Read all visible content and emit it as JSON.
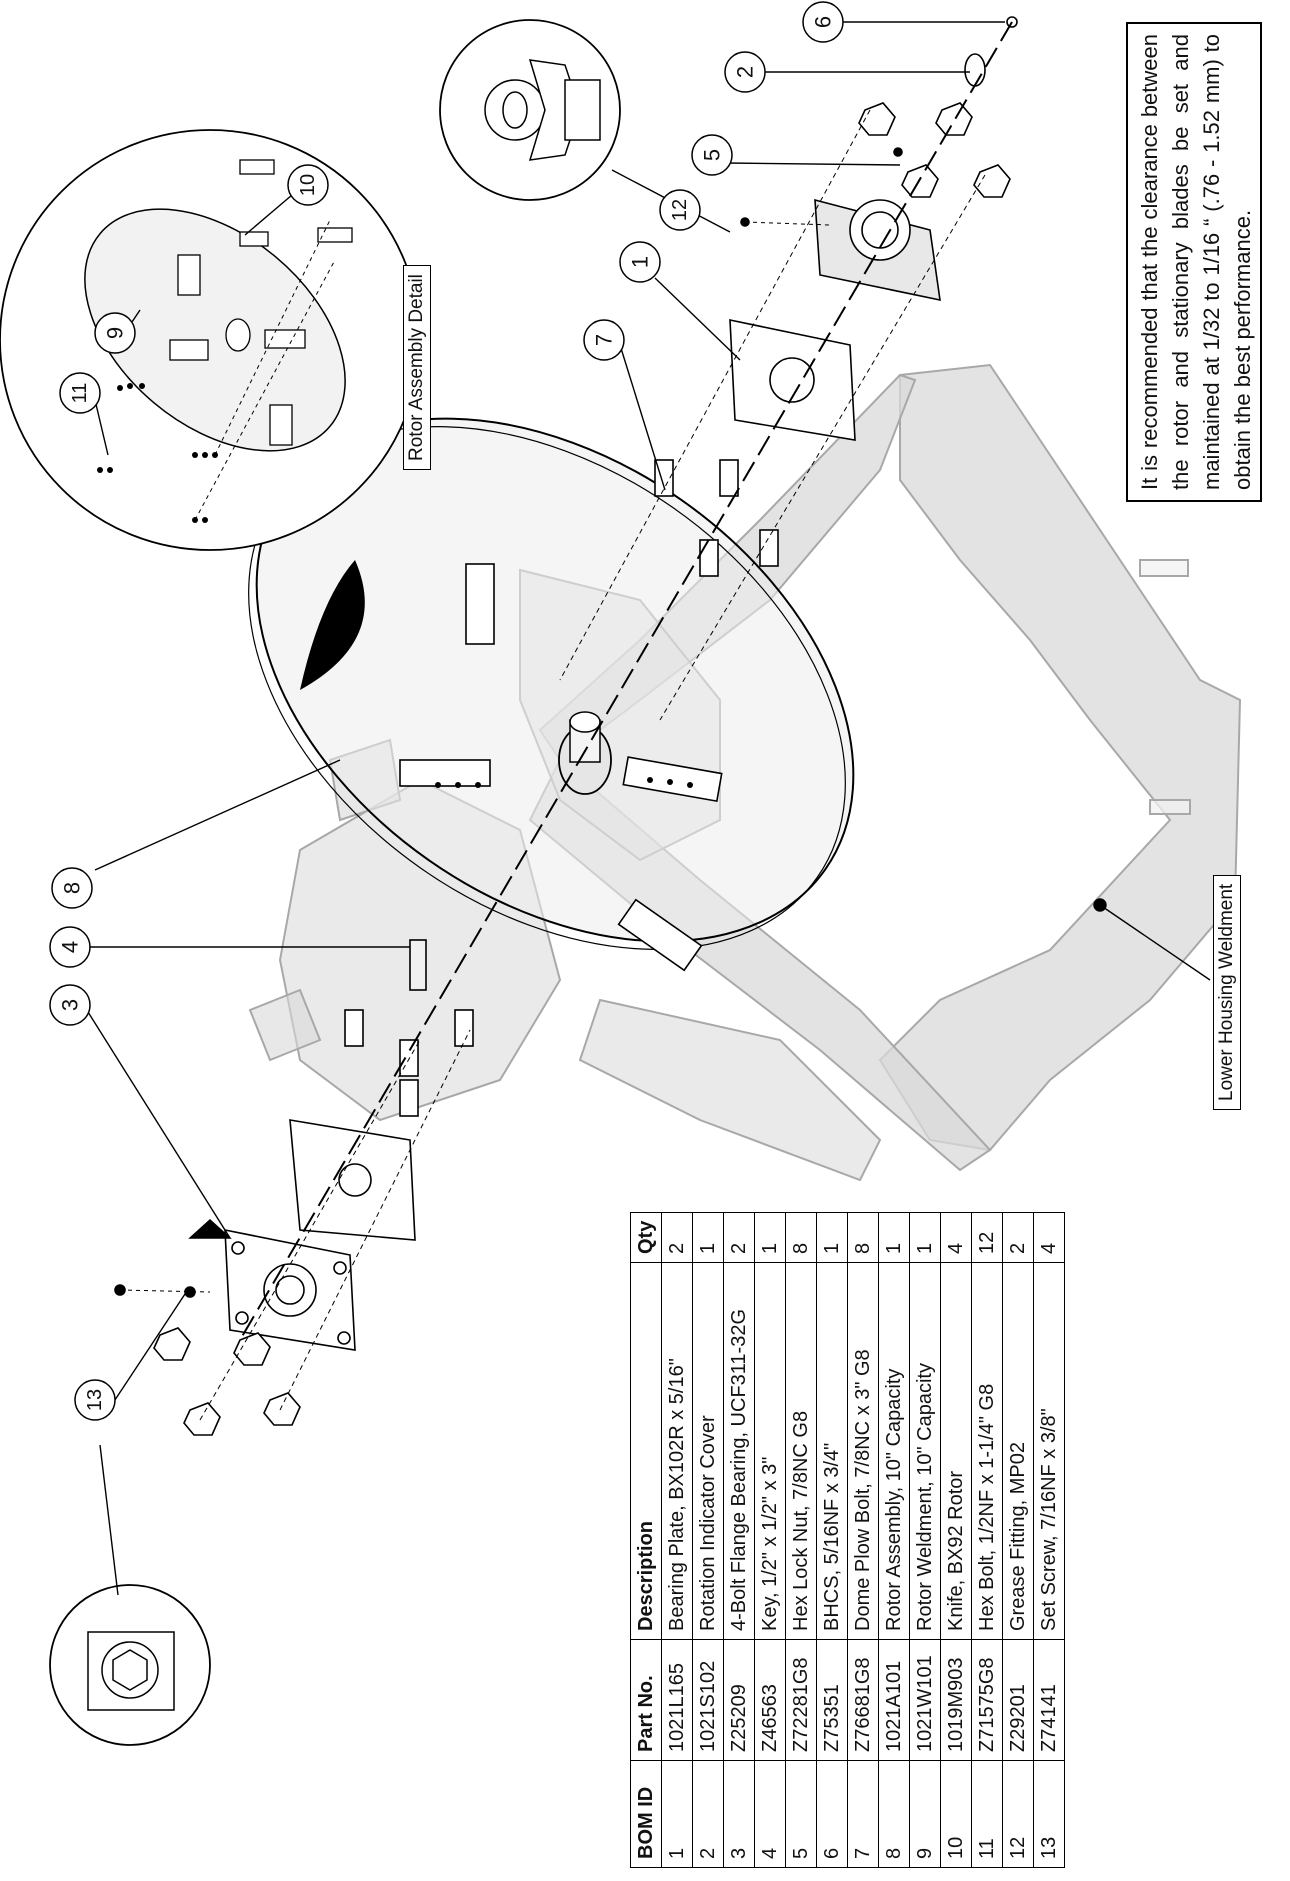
{
  "callouts": {
    "c1": "1",
    "c2": "2",
    "c3": "3",
    "c4": "4",
    "c5": "5",
    "c6": "6",
    "c7": "7",
    "c8": "8",
    "c9": "9",
    "c10": "10",
    "c11": "11",
    "c12": "12",
    "c13": "13"
  },
  "labels": {
    "rotor_detail": "Rotor Assembly Detail",
    "lower_housing": "Lower Housing Weldment"
  },
  "note": "It is recommended that the clearance between the rotor and stationary blades be set and maintained at 1/32 to 1/16 “ (.76 - 1.52 mm) to obtain the best performance.",
  "bom": {
    "headers": {
      "id": "BOM ID",
      "part": "Part No.",
      "desc": "Description",
      "qty": "Qty"
    },
    "rows": [
      {
        "id": "1",
        "part": "1021L165",
        "desc": "Bearing Plate, BX102R x 5/16\"",
        "qty": "2"
      },
      {
        "id": "2",
        "part": "1021S102",
        "desc": "Rotation Indicator Cover",
        "qty": "1"
      },
      {
        "id": "3",
        "part": "Z25209",
        "desc": "4-Bolt Flange Bearing, UCF311-32G",
        "qty": "2"
      },
      {
        "id": "4",
        "part": "Z46563",
        "desc": "Key, 1/2\" x 1/2\" x 3\"",
        "qty": "1"
      },
      {
        "id": "5",
        "part": "Z72281G8",
        "desc": "Hex Lock Nut, 7/8NC G8",
        "qty": "8"
      },
      {
        "id": "6",
        "part": "Z75351",
        "desc": "BHCS, 5/16NF x 3/4\"",
        "qty": "1"
      },
      {
        "id": "7",
        "part": "Z76681G8",
        "desc": "Dome Plow Bolt, 7/8NC x 3\" G8",
        "qty": "8"
      },
      {
        "id": "8",
        "part": "1021A101",
        "desc": "Rotor Assembly, 10\" Capacity",
        "qty": "1"
      },
      {
        "id": "9",
        "part": "1021W101",
        "desc": "Rotor Weldment, 10\" Capacity",
        "qty": "1"
      },
      {
        "id": "10",
        "part": "1019M903",
        "desc": "Knife, BX92 Rotor",
        "qty": "4"
      },
      {
        "id": "11",
        "part": "Z71575G8",
        "desc": "Hex Bolt, 1/2NF x 1-1/4\" G8",
        "qty": "12"
      },
      {
        "id": "12",
        "part": "Z29201",
        "desc": "Grease Fitting, MP02",
        "qty": "2"
      },
      {
        "id": "13",
        "part": "Z74141",
        "desc": "Set Screw, 7/16NF x 3/8\"",
        "qty": "4"
      }
    ]
  },
  "colors": {
    "line": "#000000",
    "housing_fill": "#d9d9d9",
    "housing_stroke": "#a8a8a8",
    "paper": "#ffffff"
  }
}
